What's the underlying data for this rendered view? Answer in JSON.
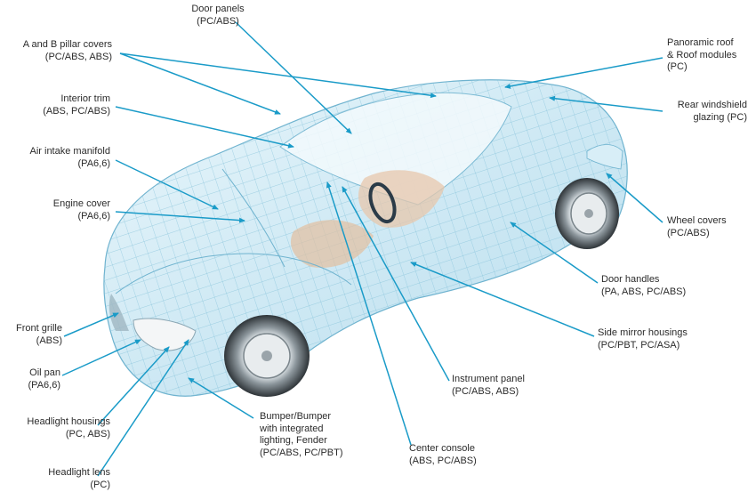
{
  "diagram": {
    "accent_color": "#1a9bc8",
    "labels": [
      {
        "id": "door-panels",
        "lines": [
          "Door panels",
          "(PC/ABS)"
        ]
      },
      {
        "id": "pillar-covers",
        "lines": [
          "A and B pillar covers",
          "(PC/ABS, ABS)"
        ]
      },
      {
        "id": "interior-trim",
        "lines": [
          "Interior trim",
          "(ABS, PC/ABS)"
        ]
      },
      {
        "id": "air-intake",
        "lines": [
          "Air intake manifold",
          "(PA6,6)"
        ]
      },
      {
        "id": "engine-cover",
        "lines": [
          "Engine cover",
          "(PA6,6)"
        ]
      },
      {
        "id": "front-grille",
        "lines": [
          "Front grille",
          "(ABS)"
        ]
      },
      {
        "id": "oil-pan",
        "lines": [
          "Oil pan",
          "(PA6,6)"
        ]
      },
      {
        "id": "headlight-housings",
        "lines": [
          "Headlight housings",
          "(PC, ABS)"
        ]
      },
      {
        "id": "headlight-lens",
        "lines": [
          "Headlight lens",
          "(PC)"
        ]
      },
      {
        "id": "bumper",
        "lines": [
          "Bumper/Bumper",
          "with integrated",
          "lighting, Fender",
          "(PC/ABS, PC/PBT)"
        ]
      },
      {
        "id": "center-console",
        "lines": [
          "Center console",
          "(ABS, PC/ABS)"
        ]
      },
      {
        "id": "instrument-panel",
        "lines": [
          "Instrument panel",
          "(PC/ABS, ABS)"
        ]
      },
      {
        "id": "side-mirror",
        "lines": [
          "Side mirror housings",
          "(PC/PBT, PC/ASA)"
        ]
      },
      {
        "id": "door-handles",
        "lines": [
          "Door handles",
          "(PA, ABS, PC/ABS)"
        ]
      },
      {
        "id": "wheel-covers",
        "lines": [
          "Wheel covers",
          "(PC/ABS)"
        ]
      },
      {
        "id": "rear-windshield",
        "lines": [
          "Rear windshield",
          "glazing (PC)"
        ]
      },
      {
        "id": "roof",
        "lines": [
          "Panoramic roof",
          "& Roof modules",
          "(PC)"
        ]
      }
    ]
  }
}
